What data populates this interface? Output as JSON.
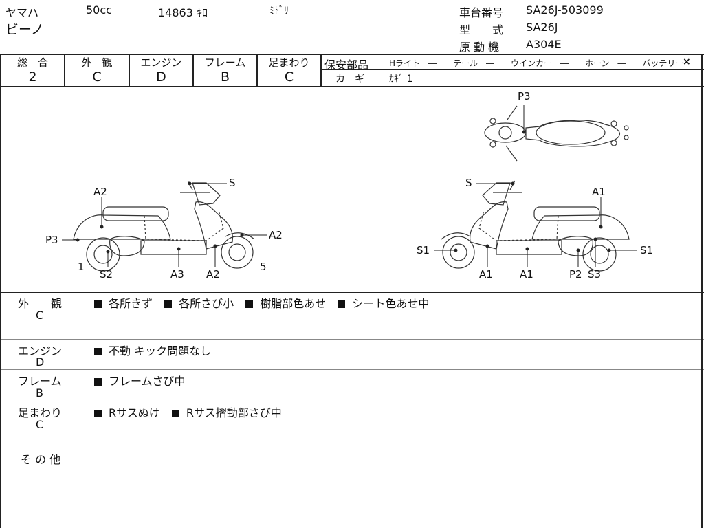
{
  "header": {
    "maker": "ヤマハ",
    "displacement": "50cc",
    "mileage": "14863 ｷﾛ",
    "color": "ﾐﾄﾞﾘ",
    "model_name": "ビーノ",
    "frame_no_label": "車台番号",
    "frame_no": "SA26J-503099",
    "type_label": "型　　式",
    "type": "SA26J",
    "engine_label": "原 動 機",
    "engine": "A304E"
  },
  "grades": [
    {
      "label": "総　合",
      "value": "2"
    },
    {
      "label": "外　観",
      "value": "C"
    },
    {
      "label": "エンジン",
      "value": "D"
    },
    {
      "label": "フレーム",
      "value": "B"
    },
    {
      "label": "足まわり",
      "value": "C"
    }
  ],
  "safety": {
    "label": "保安部品",
    "items": "Hライト　―　　テール　―　　ウインカー　―　　ホーン　―　　バッテリー",
    "battery_mark": "×",
    "key_label": "カ　ギ",
    "key_value": "ｶｷﾞ 1"
  },
  "diagram": {
    "left_labels": [
      "A2",
      "S",
      "P3",
      "A2",
      "1",
      "S2",
      "A3",
      "A2",
      "5"
    ],
    "right_labels": [
      "P3",
      "S",
      "A1",
      "S1",
      "S1",
      "A1",
      "A1",
      "P2",
      "S3"
    ]
  },
  "sections": [
    {
      "label": "外　　観",
      "grade": "C",
      "notes": [
        "各所きず",
        "各所さび小",
        "樹脂部色あせ",
        "シート色あせ中"
      ]
    },
    {
      "label": "エンジン",
      "grade": "D",
      "notes": [
        "不動 キック問題なし"
      ]
    },
    {
      "label": "フレーム",
      "grade": "B",
      "notes": [
        "フレームさび中"
      ]
    },
    {
      "label": "足まわり",
      "grade": "C",
      "notes": [
        "Rサスぬけ",
        "Rサス摺動部さび中"
      ]
    },
    {
      "label": "そ の 他",
      "grade": "",
      "notes": []
    }
  ]
}
